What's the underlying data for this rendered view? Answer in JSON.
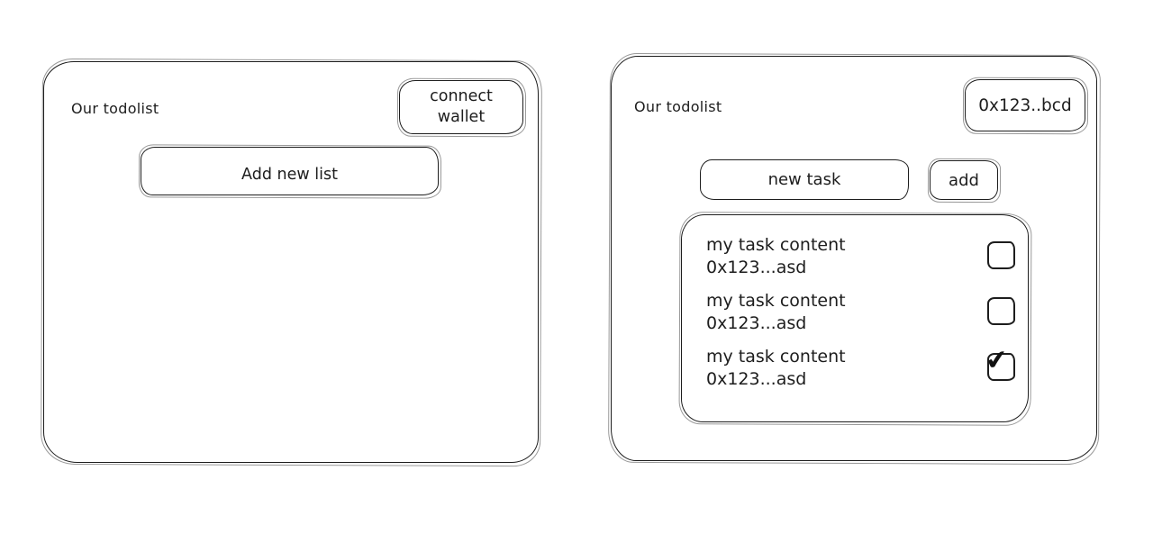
{
  "theme": {
    "stroke_color": "#1d1d1d",
    "background_color": "#ffffff"
  },
  "left_panel": {
    "title": "Our todolist",
    "connect_wallet_label": "connect wallet",
    "add_new_list_label": "Add new list"
  },
  "right_panel": {
    "title": "Our todolist",
    "wallet_address_label": "0x123..bcd",
    "new_task_placeholder": "new task",
    "add_button_label": "add",
    "tasks": [
      {
        "title": "my task content",
        "address": "0x123...asd",
        "checked": false,
        "check": ""
      },
      {
        "title": "my task content",
        "address": "0x123...asd",
        "checked": false,
        "check": ""
      },
      {
        "title": "my task content",
        "address": "0x123...asd",
        "checked": true,
        "check": "✔"
      }
    ]
  }
}
